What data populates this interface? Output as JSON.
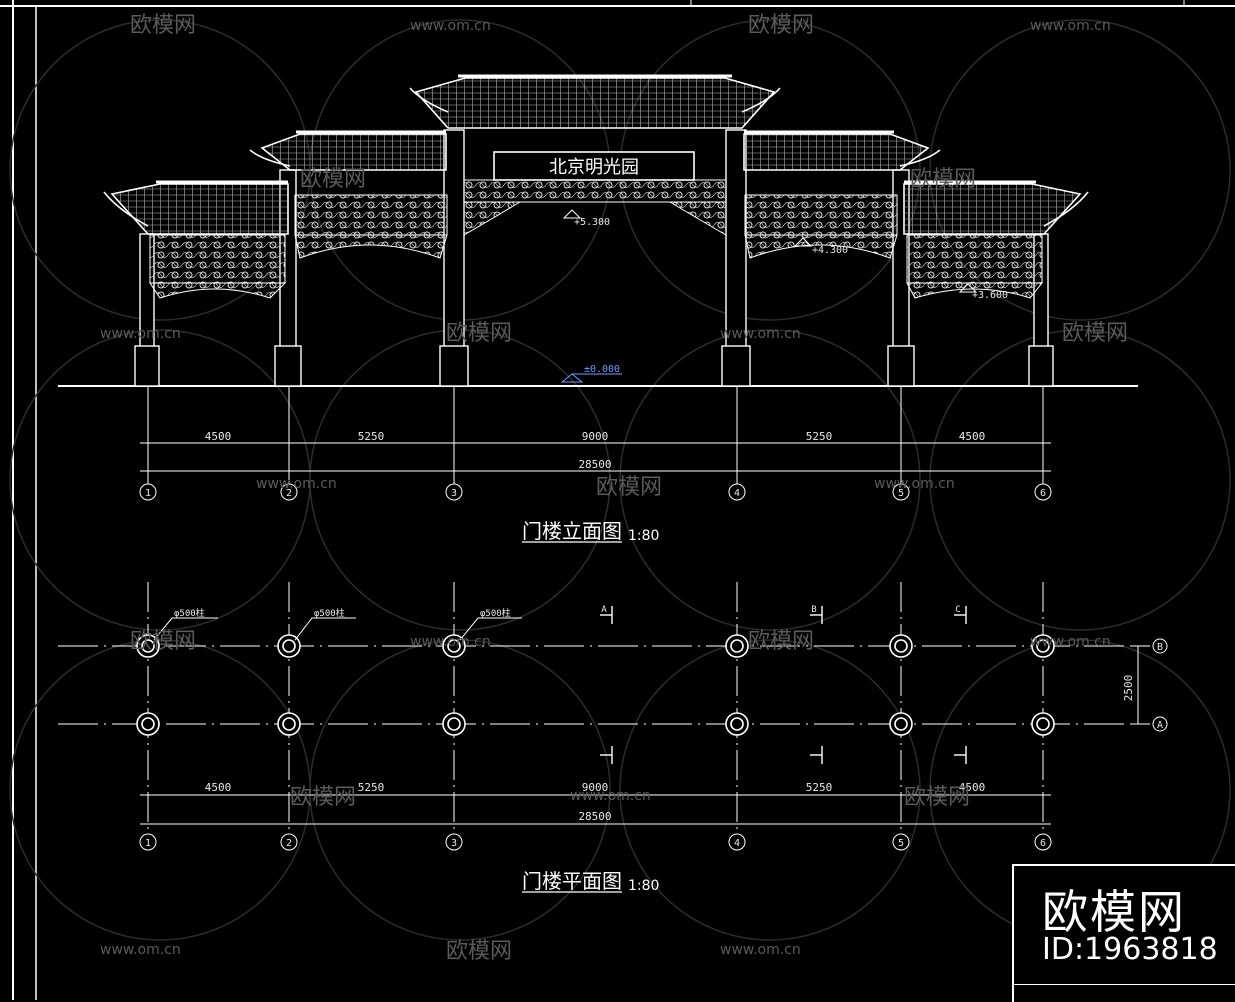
{
  "watermark": {
    "brand": "欧模网",
    "site": "www.om.cn"
  },
  "logo": {
    "name": "欧模网",
    "id": "ID:1963818"
  },
  "elevation": {
    "title": "门楼立面图",
    "scale": "1:80",
    "plaque": "北京明光园",
    "levels": [
      "+5.300",
      "+4.300",
      "+3.600",
      "±0.000"
    ],
    "spans": [
      "4500",
      "5250",
      "9000",
      "5250",
      "4500"
    ],
    "total": "28500",
    "axes": [
      "1",
      "2",
      "3",
      "4",
      "5",
      "6"
    ]
  },
  "plan": {
    "title": "门楼平面图",
    "scale": "1:80",
    "column_labels": [
      "φ500柱",
      "φ500柱",
      "φ500柱"
    ],
    "row_spacing": "2500",
    "rows": [
      "B",
      "A"
    ],
    "spans": [
      "4500",
      "5250",
      "9000",
      "5250",
      "4500"
    ],
    "total": "28500",
    "axes": [
      "1",
      "2",
      "3",
      "4",
      "5",
      "6"
    ],
    "section_marks": [
      "A",
      "B",
      "C"
    ]
  }
}
